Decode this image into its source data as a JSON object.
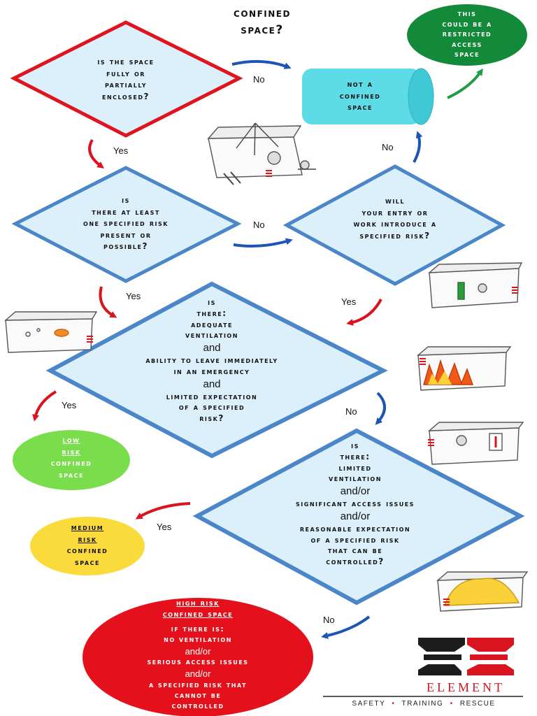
{
  "title": [
    "Confined",
    "Space?"
  ],
  "q1": [
    "Is the space",
    "fully or",
    "partially",
    "enclosed?"
  ],
  "q2": [
    "Is",
    "there at least",
    "one specified risk",
    "present or",
    "possible?"
  ],
  "q3": [
    "Will",
    "your entry or",
    "work introduce a",
    "specified risk?"
  ],
  "q4": {
    "l1": "Is",
    "l2": "there:",
    "l3": "adequate",
    "l4": "ventilation",
    "and1": "and",
    "l5": "ability to leave immediately",
    "l6": "in an emergency",
    "and2": "and",
    "l7": "limited expectation",
    "l8": "of a specified",
    "l9": "risk?"
  },
  "q5": {
    "l1": "Is",
    "l2": "there:",
    "l3": "Limited",
    "l4": "ventilation",
    "and1": "and/or",
    "l5": "significant access issues",
    "and2": "and/or",
    "l6": "reasonable expectation",
    "l7": "of a specified risk",
    "l8": "that CAN be",
    "l9": "controlled?"
  },
  "not_confined": [
    "Not a",
    "confined",
    "space"
  ],
  "restricted": [
    "This",
    "could be a",
    "restricted",
    "access",
    "space"
  ],
  "low": {
    "risk": [
      "LOW",
      "RISK"
    ],
    "rest": [
      "confined",
      "space"
    ]
  },
  "medium": {
    "risk": [
      "MEDIUM",
      "RISK"
    ],
    "rest": [
      "confined",
      "space"
    ]
  },
  "high": {
    "heading": [
      "HIGH RISK",
      "confined space"
    ],
    "l1": "If there is:",
    "l2": "No ventilation",
    "and1": "and/or",
    "l3": "serious access issues",
    "and2": "and/or",
    "l4": "a specified risk that",
    "l5": "CANNOT be",
    "l6": "controlled"
  },
  "edges": {
    "q1_no": "No",
    "q1_yes": "Yes",
    "q2_no": "No",
    "q2_yes": "Yes",
    "q3_no": "No",
    "q3_yes": "Yes",
    "q4_yes": "Yes",
    "q4_no": "No",
    "q5_yes": "Yes",
    "q5_no": "No"
  },
  "logo": {
    "name": "Element",
    "tagline": [
      "SAFETY",
      "TRAINING",
      "RESCUE"
    ],
    "separator": "•"
  },
  "colors": {
    "question_fill": "#dcf0fb",
    "q1_border": "#e0141e",
    "q_border": "#4a86c8",
    "cyan": "#5ddbe6",
    "green_dark": "#13893a",
    "green_light": "#79dd4c",
    "yellow": "#fbdb3c",
    "red": "#e4111c",
    "arrow_blue": "#1d55b5",
    "arrow_red": "#d8141f",
    "arrow_green": "#1f9c44"
  }
}
